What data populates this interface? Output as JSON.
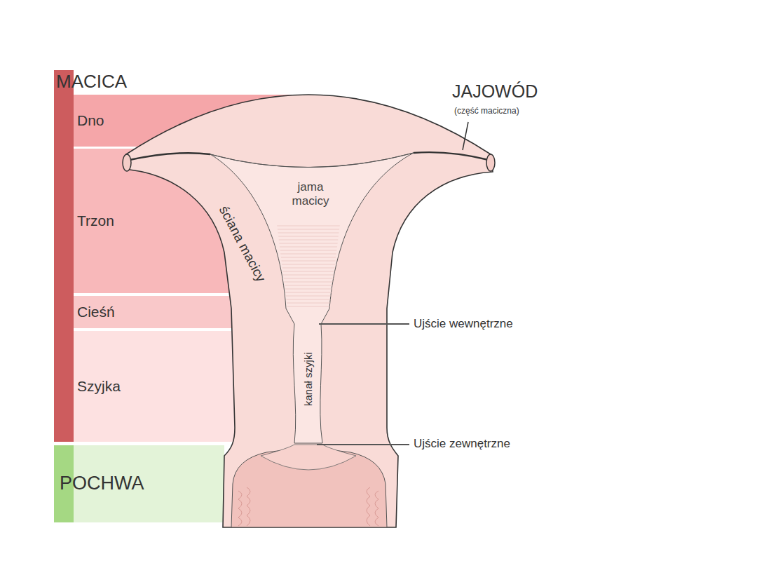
{
  "diagram": {
    "nodes": [
      {
        "text": [
          "MACICA"
        ]
      },
      {
        "text": [
          "Dno"
        ],
        "in": 0
      },
      {
        "text": [
          "Trzon"
        ],
        "in": 0
      },
      {
        "text": [
          "Cieśń"
        ],
        "in": 0
      },
      {
        "text": [
          "Szyjka"
        ],
        "in": 0
      },
      {
        "text": [
          "POCHWA"
        ]
      }
    ],
    "labels": [
      "JAJOWÓD",
      "(część maciczna)",
      "jama macicy",
      "ściana macicy",
      "kanał szyjki",
      "Ujście wewnętrzne",
      "Ujście zewnętrzne"
    ]
  }
}
